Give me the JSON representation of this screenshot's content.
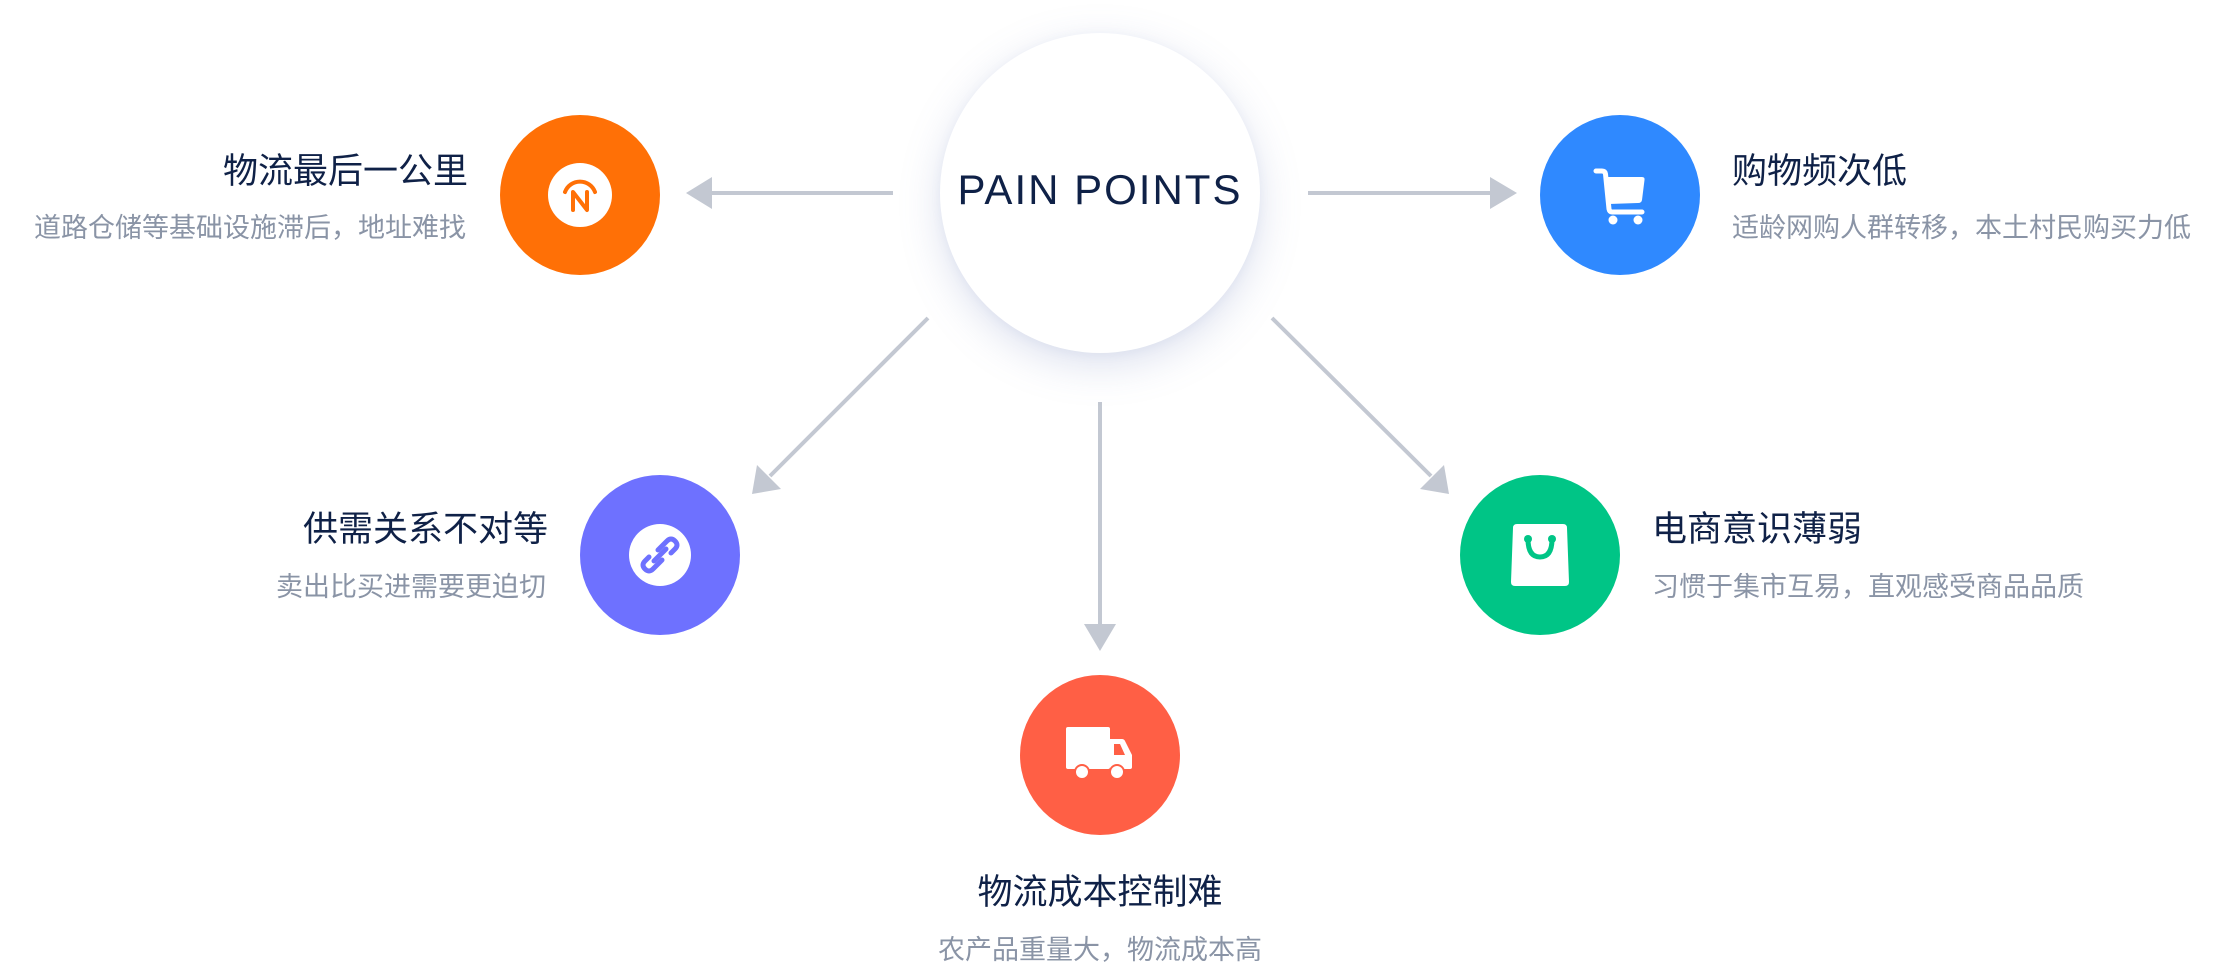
{
  "hub": {
    "title": "PAIN POINTS"
  },
  "colors": {
    "arrow": "#c3c8d2",
    "title": "#0f2147",
    "subtitle": "#8a94a6"
  },
  "points": [
    {
      "id": "last-mile",
      "title": "物流最后一公里",
      "subtitle": "道路仓储等基础设施滞后，地址难找",
      "icon": "compass-n-icon",
      "color": "#ff7006"
    },
    {
      "id": "shopping-frequency",
      "title": "购物频次低",
      "subtitle": "适龄网购人群转移，本土村民购买力低",
      "icon": "shopping-cart-icon",
      "color": "#2f89ff"
    },
    {
      "id": "supply-demand",
      "title": "供需关系不对等",
      "subtitle": "卖出比买进需要更迫切",
      "icon": "link-icon",
      "color": "#6e71ff"
    },
    {
      "id": "ecommerce-awareness",
      "title": "电商意识薄弱",
      "subtitle": "习惯于集市互易，直观感受商品品质",
      "icon": "shopping-bag-icon",
      "color": "#00c586"
    },
    {
      "id": "logistics-cost",
      "title": "物流成本控制难",
      "subtitle": "农产品重量大，物流成本高",
      "icon": "truck-icon",
      "color": "#ff5f45"
    }
  ]
}
